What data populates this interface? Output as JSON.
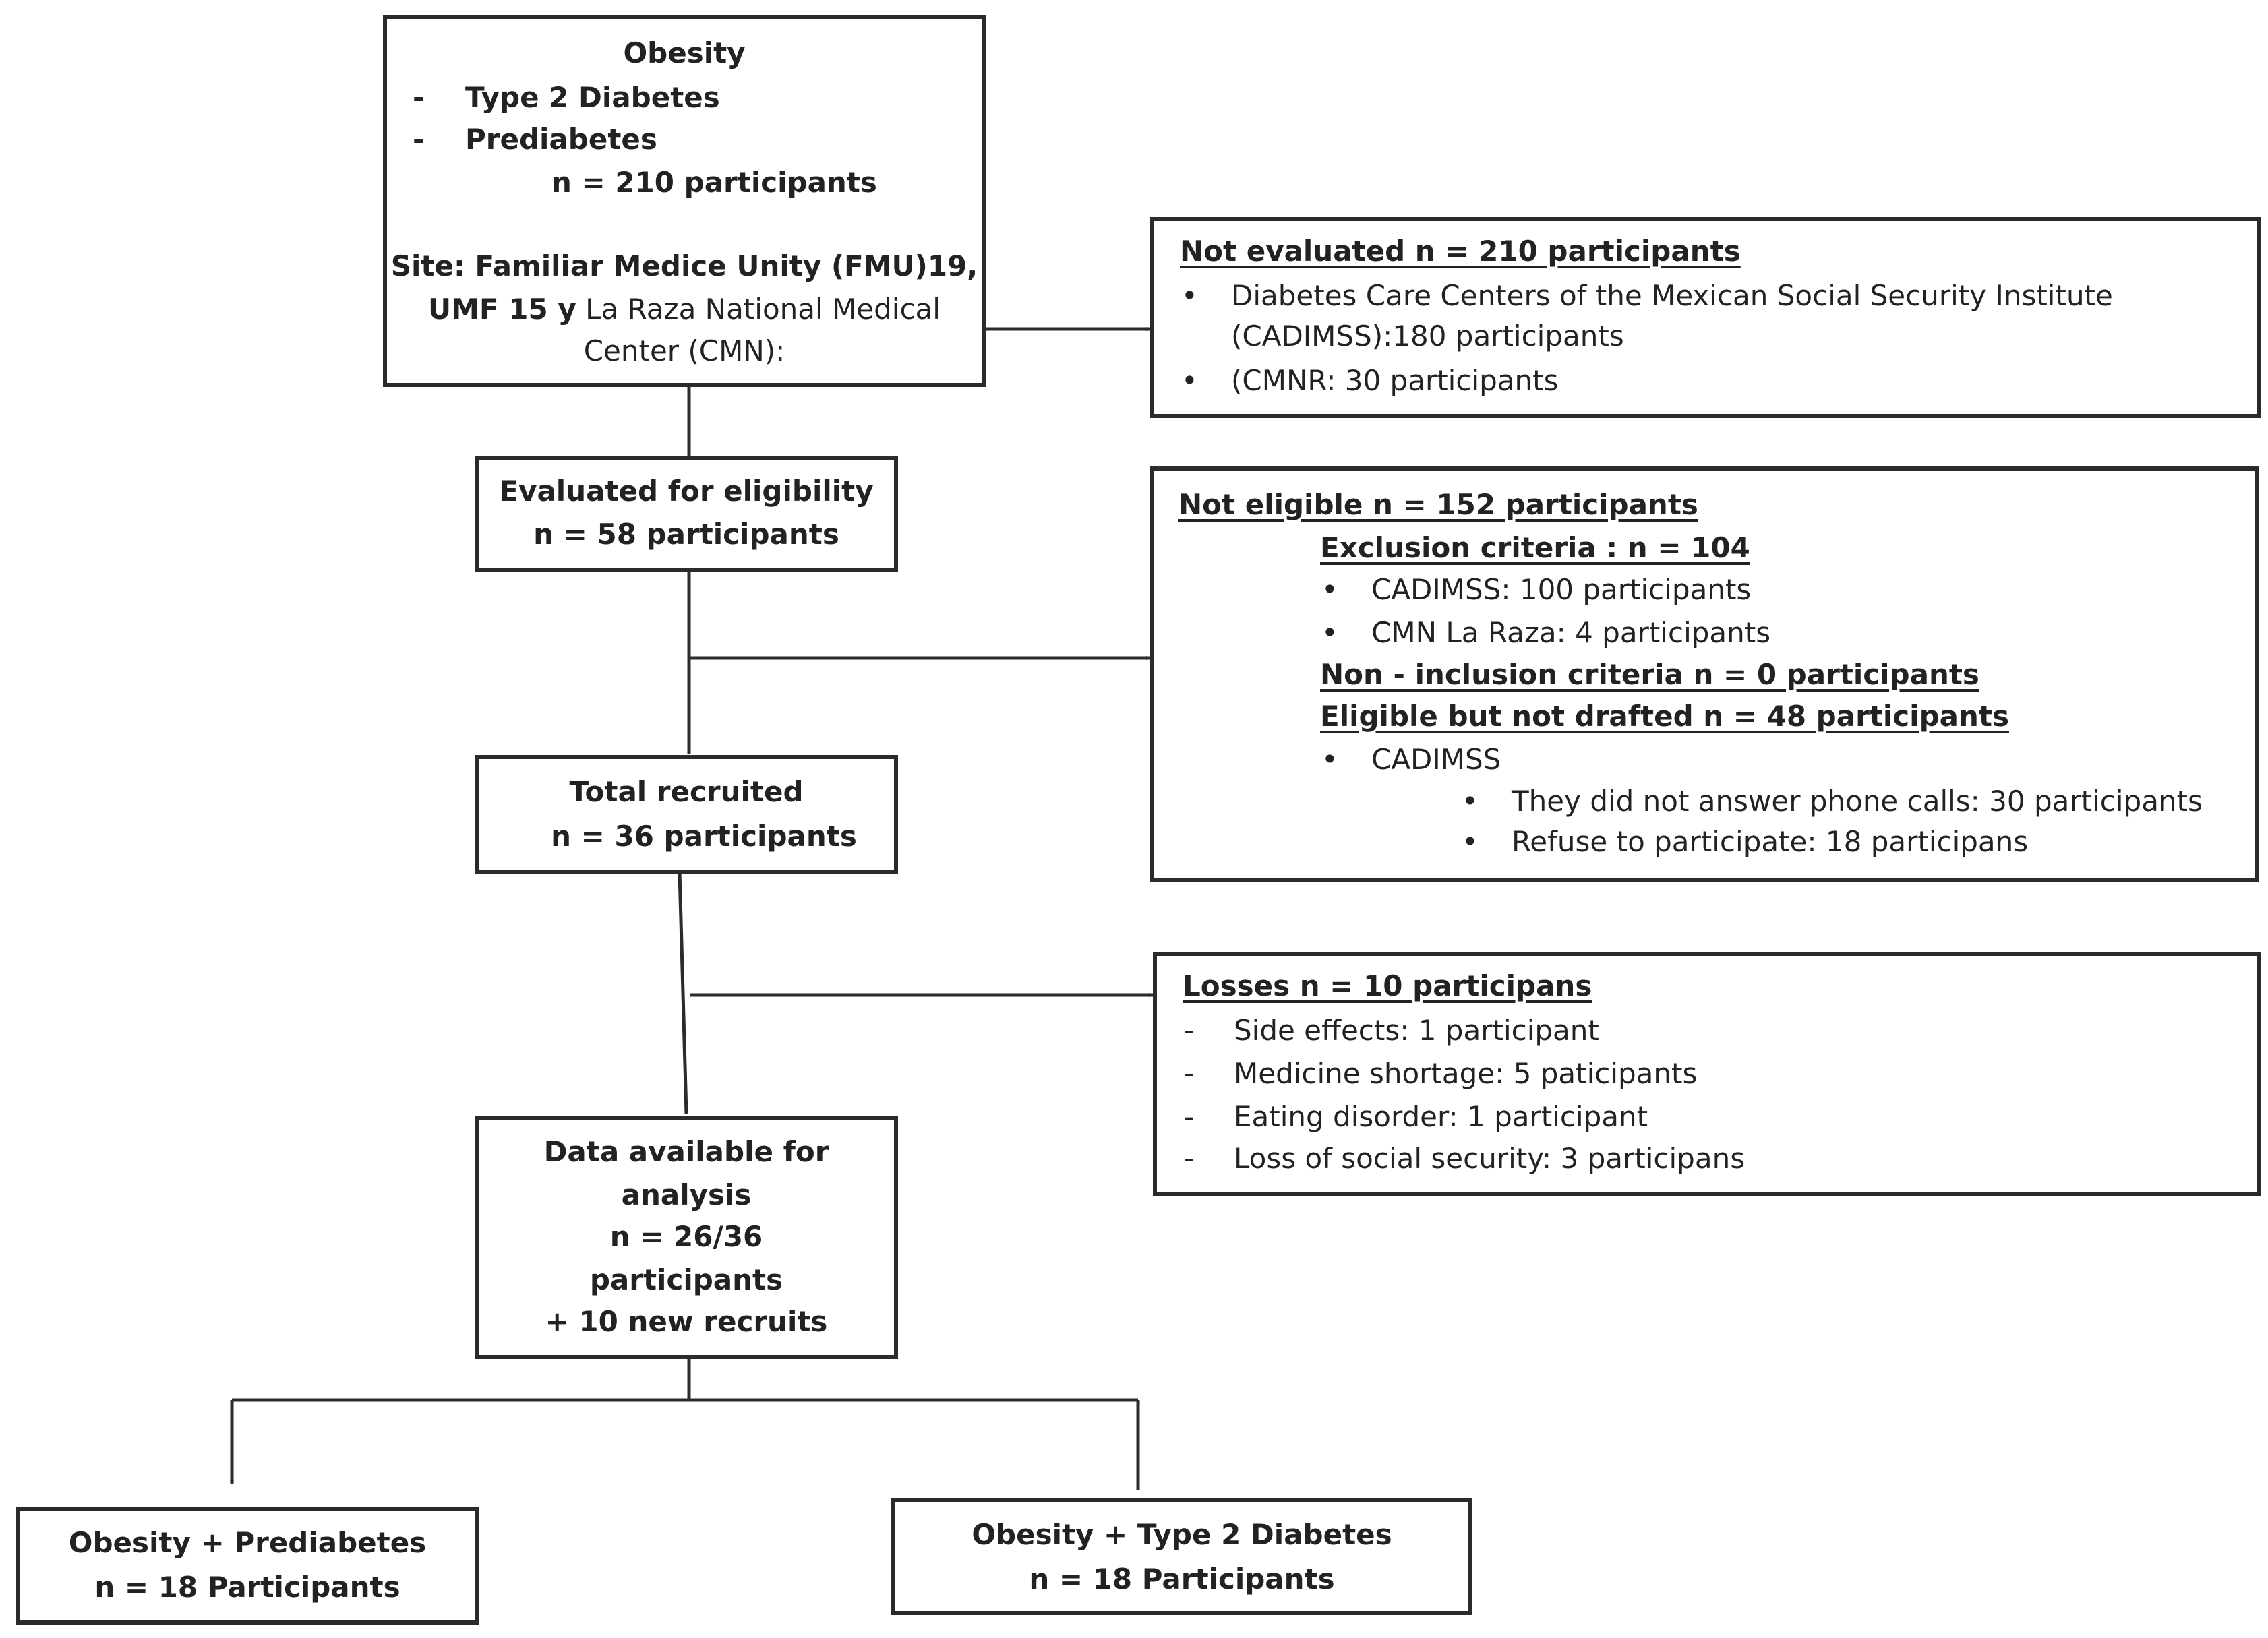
{
  "box1": {
    "title": "Obesity",
    "dash": "-",
    "item1": "Type 2 Diabetes",
    "item2": "Prediabetes",
    "n": "n =  210 participants",
    "site_line1": "Site: Familiar Medice Unity (FMU)19,",
    "site_line2_bold": "UMF 15 y",
    "site_line2_rest": "La Raza National Medical",
    "site_line3": "Center (CMN):"
  },
  "not_evaluated": {
    "heading": "Not evaluated n =   210 participants",
    "bullet": "•",
    "item1_line1": "Diabetes Care Centers of the Mexican Social Security Institute",
    "item1_line2": "(CADIMSS):180 participants",
    "item2": "(CMNR: 30 participants"
  },
  "eligibility": {
    "title": "Evaluated for eligibility",
    "n": "n =  58 participants"
  },
  "not_eligible": {
    "heading": "Not eligible n = 152 participants",
    "exclusion": "Exclusion criteria :  n =  104",
    "bullet": "•",
    "excl_item1": "CADIMSS: 100 participants",
    "excl_item2": "CMN La Raza: 4 participants",
    "non_inclusion": "Non - inclusion criteria n = 0 participants",
    "eligible_not_drafted": "Eligible but not drafted n =  48 participants",
    "cadimss": "CADIMSS",
    "sub_item1": "They did not answer phone calls: 30 participants",
    "sub_item2": "Refuse to participate: 18 participans"
  },
  "recruited": {
    "title": "Total recruited",
    "n": "n = 36 participants"
  },
  "losses": {
    "heading": "Losses   n = 10 participans",
    "dash": "-",
    "item1": "Side effects: 1 participant",
    "item2": "Medicine shortage: 5 paticipants",
    "item3": "Eating disorder: 1 participant",
    "item4": "Loss of social security: 3 participans"
  },
  "analysis": {
    "line1": "Data available for",
    "line2": "analysis",
    "line3": "n = 26/36",
    "line4": "participants",
    "line5": "+ 10 new recruits"
  },
  "prediabetes": {
    "title": "Obesity + Prediabetes",
    "n": "n =  18 Participants"
  },
  "type2": {
    "title": "Obesity + Type 2 Diabetes",
    "n": "n = 18  Participants"
  }
}
